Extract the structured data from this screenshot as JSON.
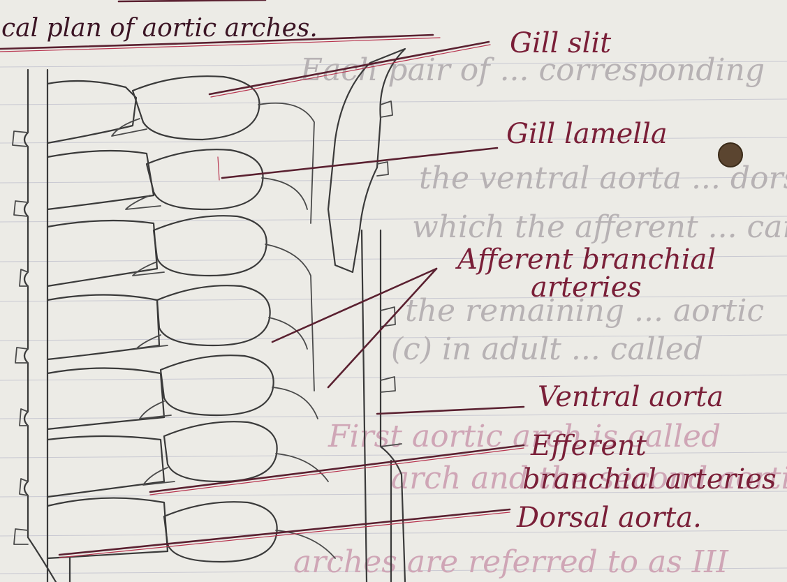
{
  "heading": "cal plan of aortic arches.",
  "labels": {
    "gill_slit": "Gill slit",
    "gill_lamella": "Gill lamella",
    "afferent_line1": "Afferent branchial",
    "afferent_line2": "arteries",
    "ventral_aorta": "Ventral aorta",
    "efferent_line1": "Efferent",
    "efferent_line2": "branchial arteries",
    "dorsal_aorta": "Dorsal aorta."
  },
  "background_notes": [
    "Each pair of ... corresponding",
    "the ventral aorta ... dorsal a",
    "which the afferent ... carried",
    "the remaining ... aortic",
    "(c) in adult ... called",
    "First aortic arch is called",
    "arch and the second aortic",
    "arches are referred to as III"
  ],
  "colors": {
    "paper": "#ecebe6",
    "pencil": "#3a3a3a",
    "ink": "#7a1f38",
    "hole": "#5b4530"
  }
}
